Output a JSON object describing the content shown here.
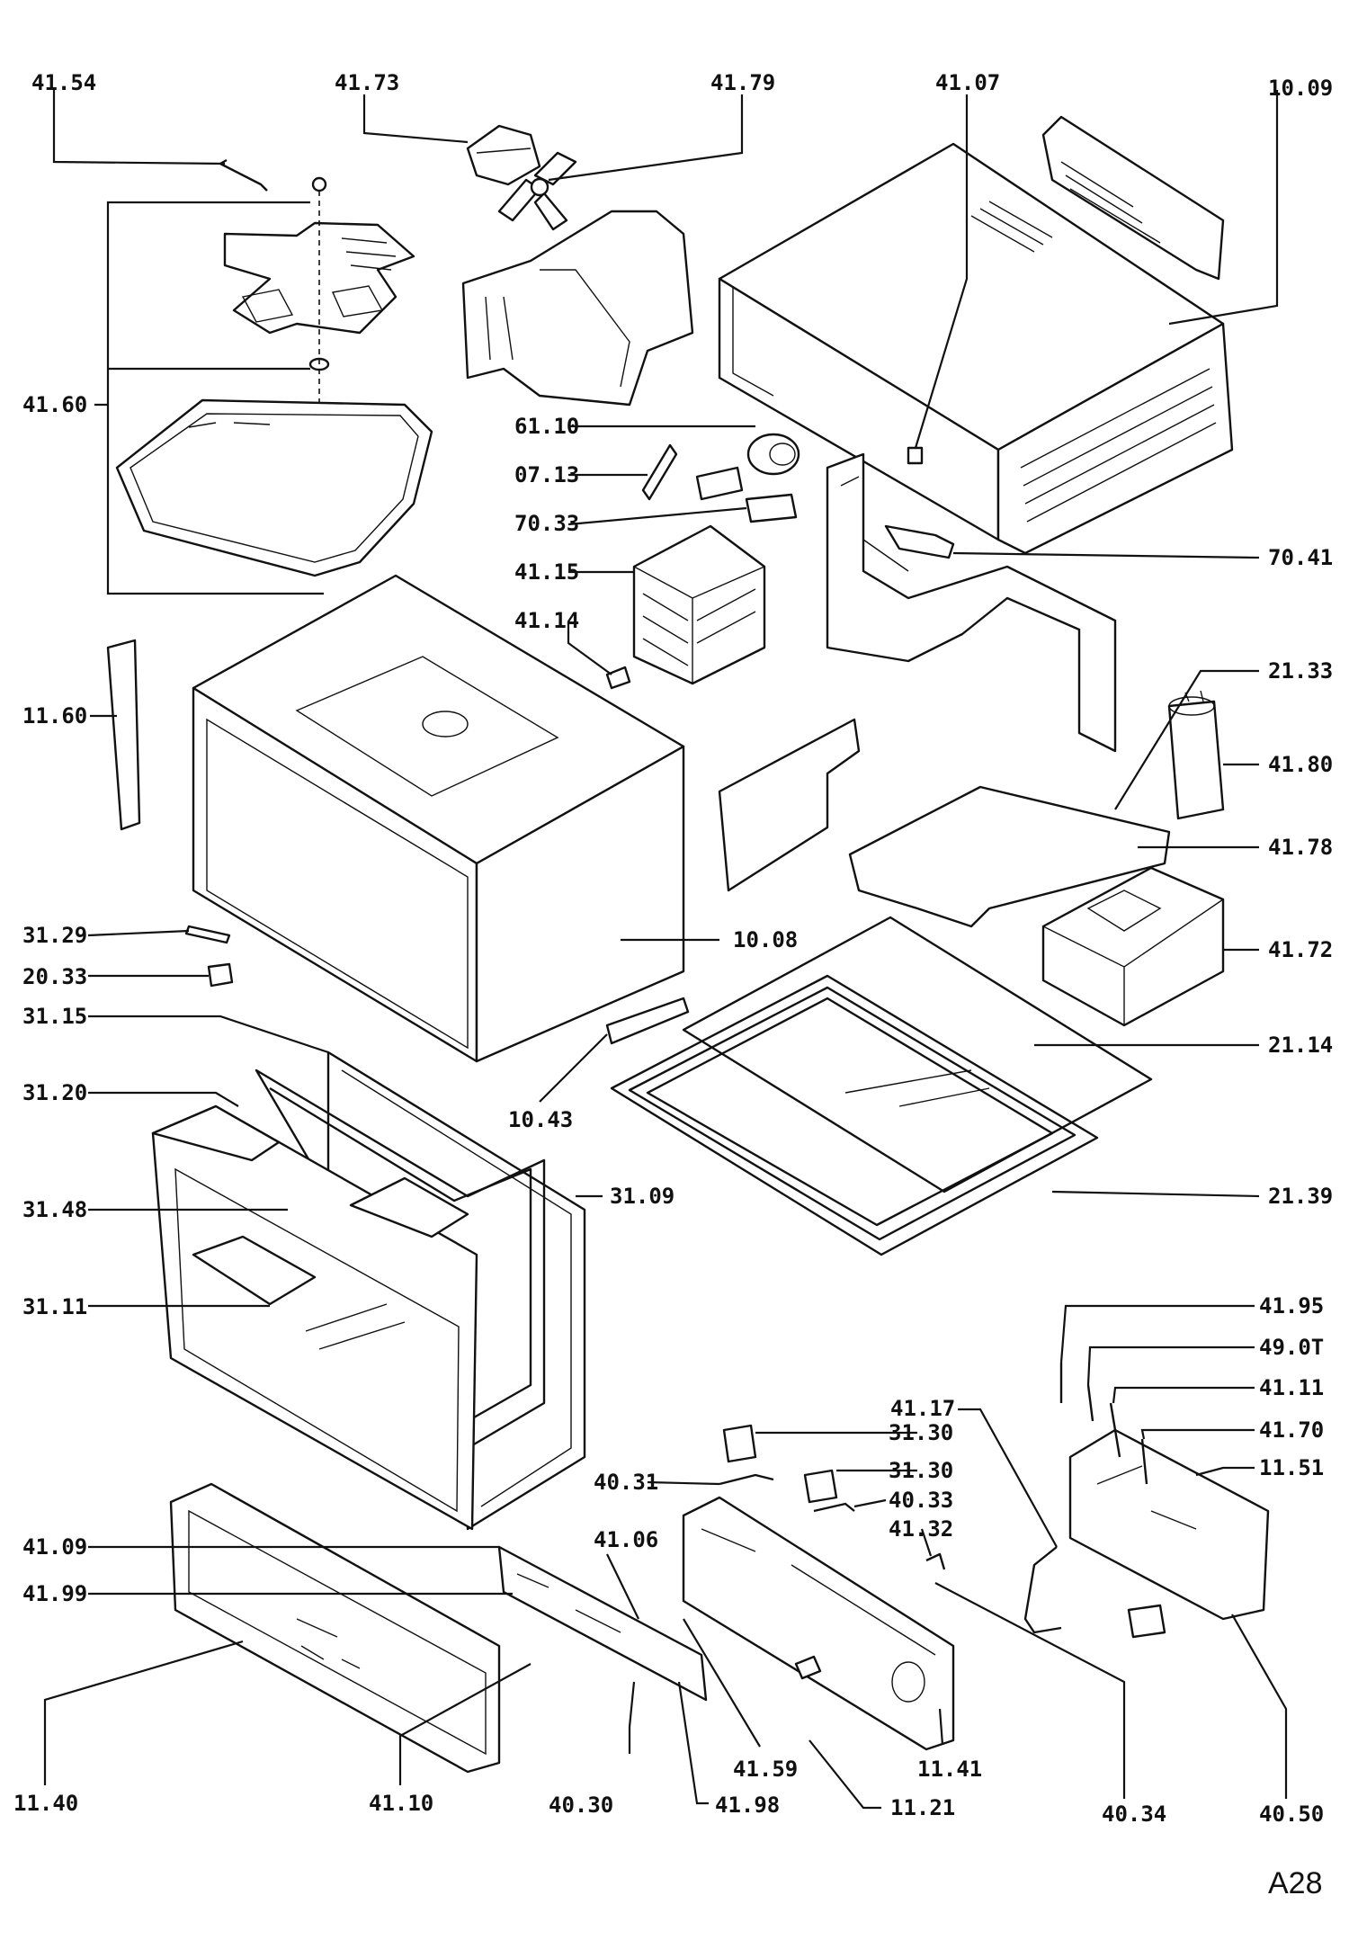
{
  "page": {
    "code": "A28"
  },
  "labels": [
    {
      "id": "41.54",
      "text": "41.54"
    },
    {
      "id": "41.73",
      "text": "41.73"
    },
    {
      "id": "41.79",
      "text": "41.79"
    },
    {
      "id": "41.07",
      "text": "41.07"
    },
    {
      "id": "10.09",
      "text": "10.09"
    },
    {
      "id": "41.60",
      "text": "41.60"
    },
    {
      "id": "61.10",
      "text": "61.10"
    },
    {
      "id": "07.13",
      "text": "07.13"
    },
    {
      "id": "70.33",
      "text": "70.33"
    },
    {
      "id": "70.41",
      "text": "70.41"
    },
    {
      "id": "41.15",
      "text": "41.15"
    },
    {
      "id": "41.14",
      "text": "41.14"
    },
    {
      "id": "21.33",
      "text": "21.33"
    },
    {
      "id": "11.60",
      "text": "11.60"
    },
    {
      "id": "41.80",
      "text": "41.80"
    },
    {
      "id": "41.78",
      "text": "41.78"
    },
    {
      "id": "31.29",
      "text": "31.29"
    },
    {
      "id": "10.08",
      "text": "10.08"
    },
    {
      "id": "41.72",
      "text": "41.72"
    },
    {
      "id": "20.33",
      "text": "20.33"
    },
    {
      "id": "31.15",
      "text": "31.15"
    },
    {
      "id": "21.14",
      "text": "21.14"
    },
    {
      "id": "31.20",
      "text": "31.20"
    },
    {
      "id": "10.43",
      "text": "10.43"
    },
    {
      "id": "31.09",
      "text": "31.09"
    },
    {
      "id": "21.39",
      "text": "21.39"
    },
    {
      "id": "31.48",
      "text": "31.48"
    },
    {
      "id": "31.11",
      "text": "31.11"
    },
    {
      "id": "41.95",
      "text": "41.95"
    },
    {
      "id": "49.07",
      "text": "49.0T"
    },
    {
      "id": "41.17",
      "text": "41.17"
    },
    {
      "id": "41.11",
      "text": "41.11"
    },
    {
      "id": "31.30a",
      "text": "31.30"
    },
    {
      "id": "41.70",
      "text": "41.70"
    },
    {
      "id": "31.30b",
      "text": "31.30"
    },
    {
      "id": "11.51",
      "text": "11.51"
    },
    {
      "id": "40.31",
      "text": "40.31"
    },
    {
      "id": "40.33",
      "text": "40.33"
    },
    {
      "id": "41.32",
      "text": "41.32"
    },
    {
      "id": "41.09",
      "text": "41.09"
    },
    {
      "id": "41.06",
      "text": "41.06"
    },
    {
      "id": "41.99",
      "text": "41.99"
    },
    {
      "id": "41.59",
      "text": "41.59"
    },
    {
      "id": "11.41",
      "text": "11.41"
    },
    {
      "id": "11.40",
      "text": "11.40"
    },
    {
      "id": "41.10",
      "text": "41.10"
    },
    {
      "id": "40.30",
      "text": "40.30"
    },
    {
      "id": "41.98",
      "text": "41.98"
    },
    {
      "id": "11.21",
      "text": "11.21"
    },
    {
      "id": "40.34",
      "text": "40.34"
    },
    {
      "id": "40.50",
      "text": "40.50"
    }
  ]
}
